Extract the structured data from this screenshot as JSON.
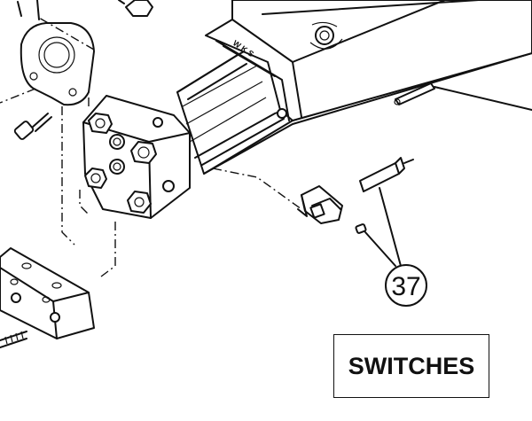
{
  "diagram": {
    "callout_number": "37",
    "stamp_text": "W K S",
    "section_label": "SWITCHES"
  },
  "colors": {
    "line": "#111111",
    "background": "#ffffff"
  }
}
